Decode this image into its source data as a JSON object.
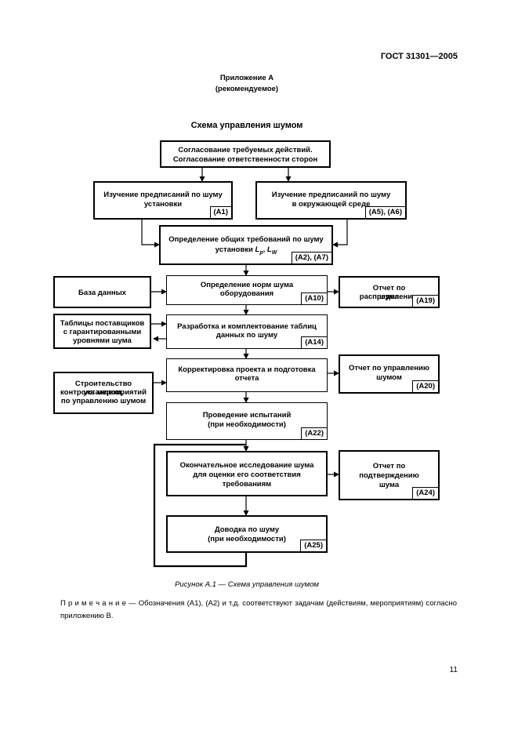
{
  "header": {
    "standard": "ГОСТ 31301—2005"
  },
  "appendix": {
    "title": "Приложение А",
    "subtitle": "(рекомендуемое)"
  },
  "scheme_title": "Схема управления шумом",
  "boxes": {
    "agreement": {
      "line1": "Согласование требуемых действий.",
      "line2": "Согласование ответственности сторон"
    },
    "study_installation": {
      "line1": "Изучение предписаний по шуму",
      "line2": "установки",
      "code": "(A1)"
    },
    "study_environment": {
      "line1": "Изучение предписаний по шуму",
      "line2": "в окружающей среде",
      "code": "(A5), (A6)"
    },
    "general_requirements": {
      "line1": "Определение общих требований  по шуму",
      "line2_prefix": "установки ",
      "sym_l": "L",
      "sub_p": "p",
      "sep": ", ",
      "sub_w": "W",
      "code": "(A2), (A7)"
    },
    "equipment_norms": {
      "line1": "Определение норм шума",
      "line2": "оборудования",
      "code": "(A10)"
    },
    "database": {
      "label": "База данных"
    },
    "distribution_report": {
      "line1": "Отчет по распределению",
      "line2": "шума",
      "code": "(A19)"
    },
    "supplier_tables": {
      "line1": "Таблицы поставщиков",
      "line2": "с гарантированными",
      "line3": "уровнями шума"
    },
    "tables_development": {
      "line1": "Разработка и комплектование таблиц",
      "line2": "данных по шуму",
      "code": "(A14)"
    },
    "project_correction": {
      "line1": "Корректировка проекта и подготовка",
      "line2": "отчета"
    },
    "noise_mgmt_report": {
      "line1": "Отчет по управлению",
      "line2": "шумом",
      "code": "(A20)"
    },
    "construction": {
      "line1": "Строительство установки,",
      "line2": "контроль мероприятий",
      "line3": "по управлению шумом"
    },
    "testing": {
      "line1": "Проведение испытаний",
      "line2": "(при необходимости)",
      "code": "(A22)"
    },
    "final_study": {
      "line1": "Окончательное исследование шума",
      "line2": "для оценки его соответствия",
      "line3": "требованиям"
    },
    "confirmation_report": {
      "line1": "Отчет по",
      "line2": "подтверждению",
      "line3": "шума",
      "code": "(A24)"
    },
    "refinement": {
      "line1": "Доводка по шуму",
      "line2": "(при необходимости)",
      "code": "(A25)"
    }
  },
  "caption": "Рисунок А.1 — Схема управления шумом",
  "note": "П р и м е ч а н и е — Обозначения (А1), (А2) и т.д. соответствуют задачам (действиям, мероприятиям) согласно приложению В.",
  "page_number": "11"
}
